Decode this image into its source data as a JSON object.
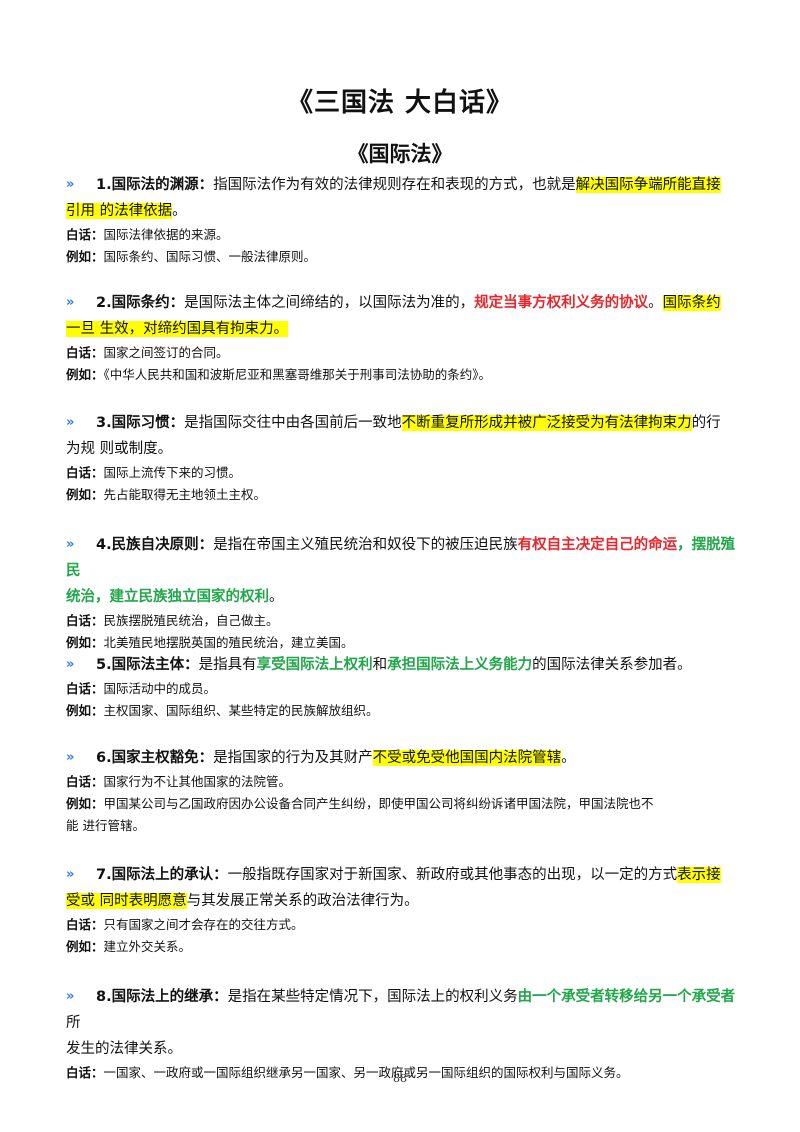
{
  "title": "《三国法  大白话》",
  "subtitle": "《国际法》",
  "page_number": "88",
  "icon": "double-chevron-icon",
  "accent_colors": {
    "chevron": "#2e7fd6",
    "highlight": "#ffff00",
    "red": "#e8262c",
    "green": "#22a64a"
  },
  "entries": [
    {
      "term": "1.国际法的渊源：",
      "body_a": "指国际法作为有效的法律规则存在和表现的方式，也就是",
      "hl1": "解决国际争端所能直接",
      "hl2": "引用  的法律依据",
      "body_b": "。",
      "baihua_label": "白话：",
      "baihua": "国际法律依据的来源。",
      "liru_label": "例如：",
      "liru": "国际条约、国际习惯、一般法律原则。"
    },
    {
      "term": "2.国际条约：",
      "body_a": "是国际法主体之间缔结的，以国际法为准的，",
      "red": "规定当事方权利义务的协议",
      "body_b": "。",
      "hl1": "国际条约",
      "hl2": "一旦  生效，对缔约国具有拘束力。",
      "baihua_label": "白话：",
      "baihua": "国家之间签订的合同。",
      "liru_label": "例如：",
      "liru": "《中华人民共和国和波斯尼亚和黑塞哥维那关于刑事司法协助的条约》。"
    },
    {
      "term": "3.国际习惯：",
      "body_a": "是指国际交往中由各国前后一致地",
      "hl1": "不断重复所形成并被广泛接受为有法律拘束力",
      "body_b": "的行",
      "body_c": "为规  则或制度。",
      "baihua_label": "白话：",
      "baihua": "国际上流传下来的习惯。",
      "liru_label": "例如：",
      "liru": "先占能取得无主地领土主权。"
    },
    {
      "term": "4.民族自决原则：",
      "body_a": "是指在帝国主义殖民统治和奴役下的被压迫民族",
      "red": "有权自主决定自己的命运",
      "green1": "，摆脱殖民",
      "green2": "统治，建立民族独立国家的权利",
      "body_b": "。",
      "baihua_label": "白话：",
      "baihua": "民族摆脱殖民统治，自己做主。",
      "liru_label": "例如：",
      "liru": "北美殖民地摆脱英国的殖民统治，建立美国。"
    },
    {
      "term": "5.国际法主体：",
      "body_a": "是指具有",
      "green1": "享受国际法上权利",
      "body_b": "和",
      "green2": "承担国际法上义务能力",
      "body_c": "的国际法律关系参加者。",
      "baihua_label": "白话：",
      "baihua": "国际活动中的成员。",
      "liru_label": "例如：",
      "liru": "主权国家、国际组织、某些特定的民族解放组织。"
    },
    {
      "term": "6.国家主权豁免：",
      "body_a": "是指国家的行为及其财产",
      "hl1": "不受或免受他国国内法院管辖",
      "body_b": "。",
      "baihua_label": "白话：",
      "baihua": "国家行为不让其他国家的法院管。",
      "liru_label": "例如：",
      "liru": "甲国某公司与乙国政府因办公设备合同产生纠纷，即使甲国公司将纠纷诉诸甲国法院，甲国法院也不",
      "liru2": "能  进行管辖。"
    },
    {
      "term": "7.国际法上的承认：",
      "body_a": "一般指既存国家对于新国家、新政府或其他事态的出现，以一定的方式",
      "hl1": "表示接",
      "hl2": "受或  同时表明愿意",
      "body_b": "与其发展正常关系的政治法律行为。",
      "baihua_label": "白话：",
      "baihua": "只有国家之间才会存在的交往方式。",
      "liru_label": "例如：",
      "liru": "建立外交关系。"
    },
    {
      "term": "8.国际法上的继承：",
      "body_a": "是指在某些特定情况下，国际法上的权利义务",
      "green1": "由一个承受者转移给另一个承受者",
      "body_b": "所",
      "body_c": "发生的法律关系。",
      "baihua_label": "白话：",
      "baihua": "一国家、一政府或一国际组织继承另一国家、另一政府或另一国际组织的国际权利与国际义务。"
    }
  ]
}
